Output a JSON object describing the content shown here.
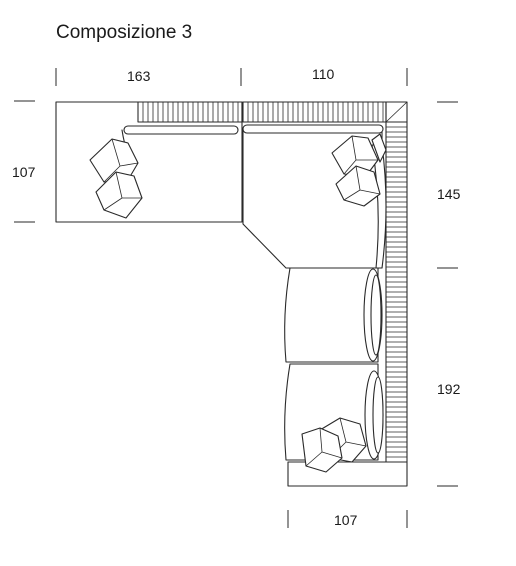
{
  "title": "Composizione 3",
  "dimensions": {
    "top_left": "163",
    "top_right": "110",
    "left_depth": "107",
    "right_upper": "145",
    "right_lower": "192",
    "bottom_width": "107"
  }
}
